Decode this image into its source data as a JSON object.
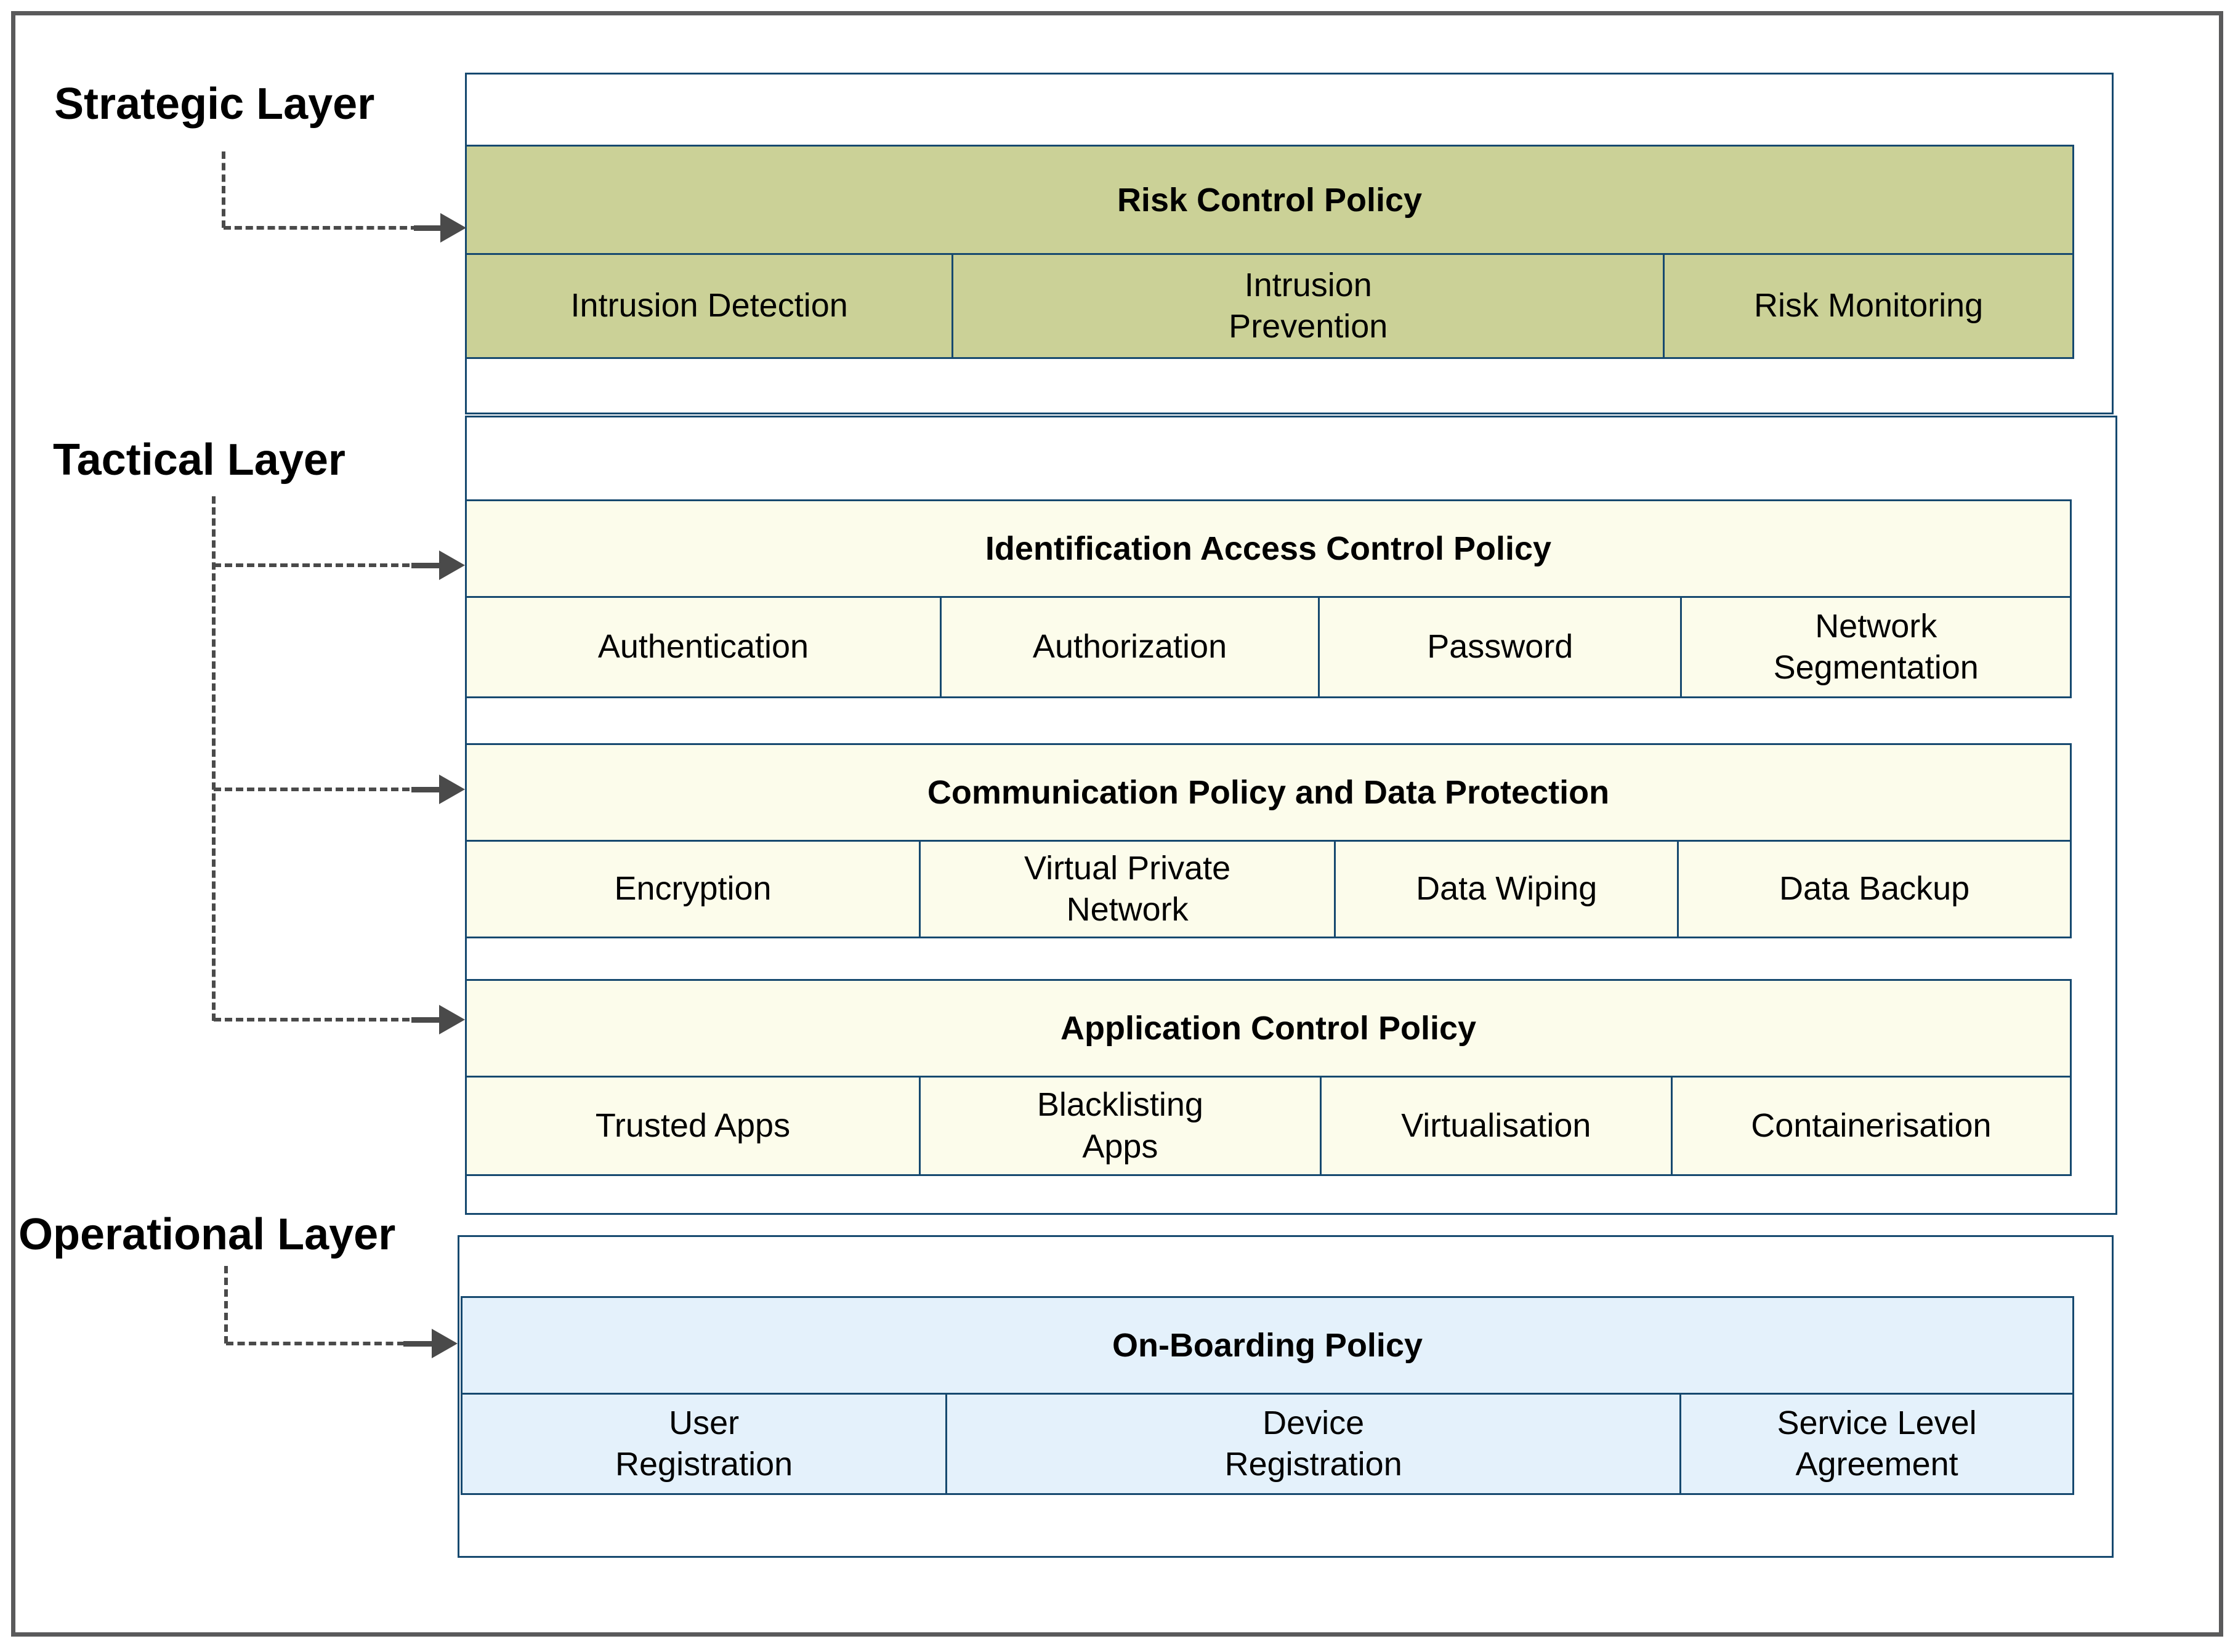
{
  "diagram": {
    "layer_labels": {
      "strategic": "Strategic Layer",
      "tactical": "Tactical Layer",
      "operational": "Operational Layer"
    },
    "groups": {
      "risk": {
        "title": "Risk Control Policy",
        "items": [
          "Intrusion Detection",
          "Intrusion\nPrevention",
          "Risk Monitoring"
        ]
      },
      "identification": {
        "title": "Identification Access Control Policy",
        "items": [
          "Authentication",
          "Authorization",
          "Password",
          "Network\nSegmentation"
        ]
      },
      "communication": {
        "title": "Communication Policy and Data Protection",
        "items": [
          "Encryption",
          "Virtual Private\nNetwork",
          "Data Wiping",
          "Data Backup"
        ]
      },
      "application": {
        "title": "Application Control Policy",
        "items": [
          "Trusted Apps",
          "Blacklisting\nApps",
          "Virtualisation",
          "Containerisation"
        ]
      },
      "onboarding": {
        "title": "On-Boarding Policy",
        "items": [
          "User\nRegistration",
          "Device\nRegistration",
          "Service Level\nAgreement"
        ]
      }
    },
    "colors": {
      "strategic_fill": "#cbd197",
      "tactical_fill": "#fcfceb",
      "operational_fill": "#e4f1fb",
      "box_border": "#16496f",
      "arrow": "#4a4a4a",
      "page_border": "#5a5a5b"
    }
  }
}
